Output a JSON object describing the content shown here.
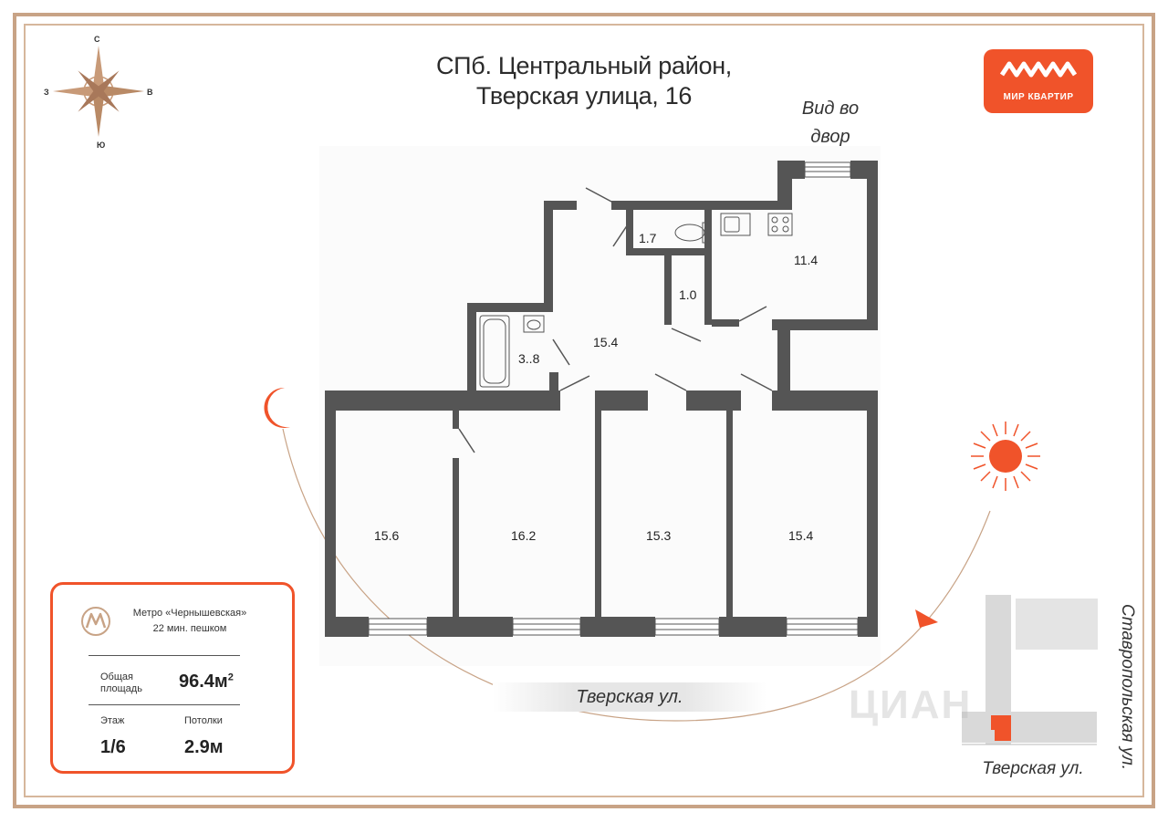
{
  "title": {
    "line1": "СПб. Центральный район,",
    "line2": "Тверская улица, 16"
  },
  "view_label": {
    "line1": "Вид во",
    "line2": "двор"
  },
  "compass": {
    "north": "С",
    "south": "Ю",
    "west": "З",
    "east": "В"
  },
  "logo": {
    "name": "МИР КВАРТИР"
  },
  "rooms": {
    "toilet": "1.7",
    "kitchen": "11.4",
    "closet": "1.0",
    "bathroom": "3..8",
    "hall": "15.4",
    "room1": "15.6",
    "room2": "16.2",
    "room3": "15.3",
    "room4": "15.4"
  },
  "info": {
    "metro_line1": "Метро «Чернышевская»",
    "metro_line2": "22 мин. пешком",
    "area_label_line1": "Общая",
    "area_label_line2": "площадь",
    "area_value": "96.4м",
    "area_unit_sup": "2",
    "floor_label": "Этаж",
    "floor_value": "1/6",
    "ceiling_label": "Потолки",
    "ceiling_value": "2.9м"
  },
  "streets": {
    "bottom": "Тверская ул.",
    "map_bottom": "Тверская ул.",
    "map_right": "Ставропольская ул."
  },
  "watermark": "ЦИАН",
  "colors": {
    "accent": "#f0532a",
    "frame": "#c8a386",
    "wall": "#555555"
  }
}
